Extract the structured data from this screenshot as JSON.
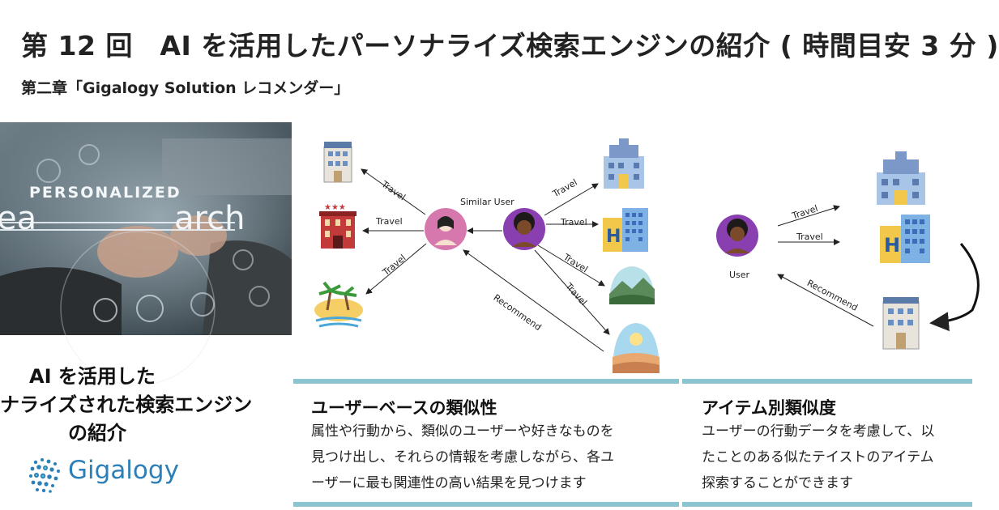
{
  "header": {
    "title": "第 12 回　AI を活用したパーソナライズ検索エンジンの紹介 ( 時間目安 3 分 )",
    "subtitle": "第二章「Gigalogy Solution レコメンダー」"
  },
  "hero": {
    "overlay_text": "PERSONALIZED",
    "search_text_left": "ea",
    "search_text_right": "arch"
  },
  "left_caption": {
    "lines": [
      "AI を活用した",
      "ナライズされた検索エンジン",
      "の紹介"
    ]
  },
  "logo": {
    "name": "Gigalogy"
  },
  "diagram": {
    "similar_user_label": "Similar User",
    "user_label": "User",
    "travel": "Travel",
    "recommend": "Recommend"
  },
  "panels": [
    {
      "title": "ユーザーベースの類似性",
      "lines": [
        "属性や行動から、類似のユーザーや好きなものを",
        "見つけ出し、それらの情報を考慮しながら、各ユ",
        "ーザーに最も関連性の高い結果を見つけます"
      ]
    },
    {
      "title": "アイテム別類似度",
      "lines": [
        "ユーザーの行動データを考慮して、以",
        "たことのある似たテイストのアイテム",
        "探索することができます"
      ]
    }
  ],
  "colors": {
    "accent_bar": "#8cc5cf",
    "logo_blue": "#2d7fb7",
    "similar_user_pink": "#d678ad",
    "user_purple": "#8a3fb0"
  }
}
